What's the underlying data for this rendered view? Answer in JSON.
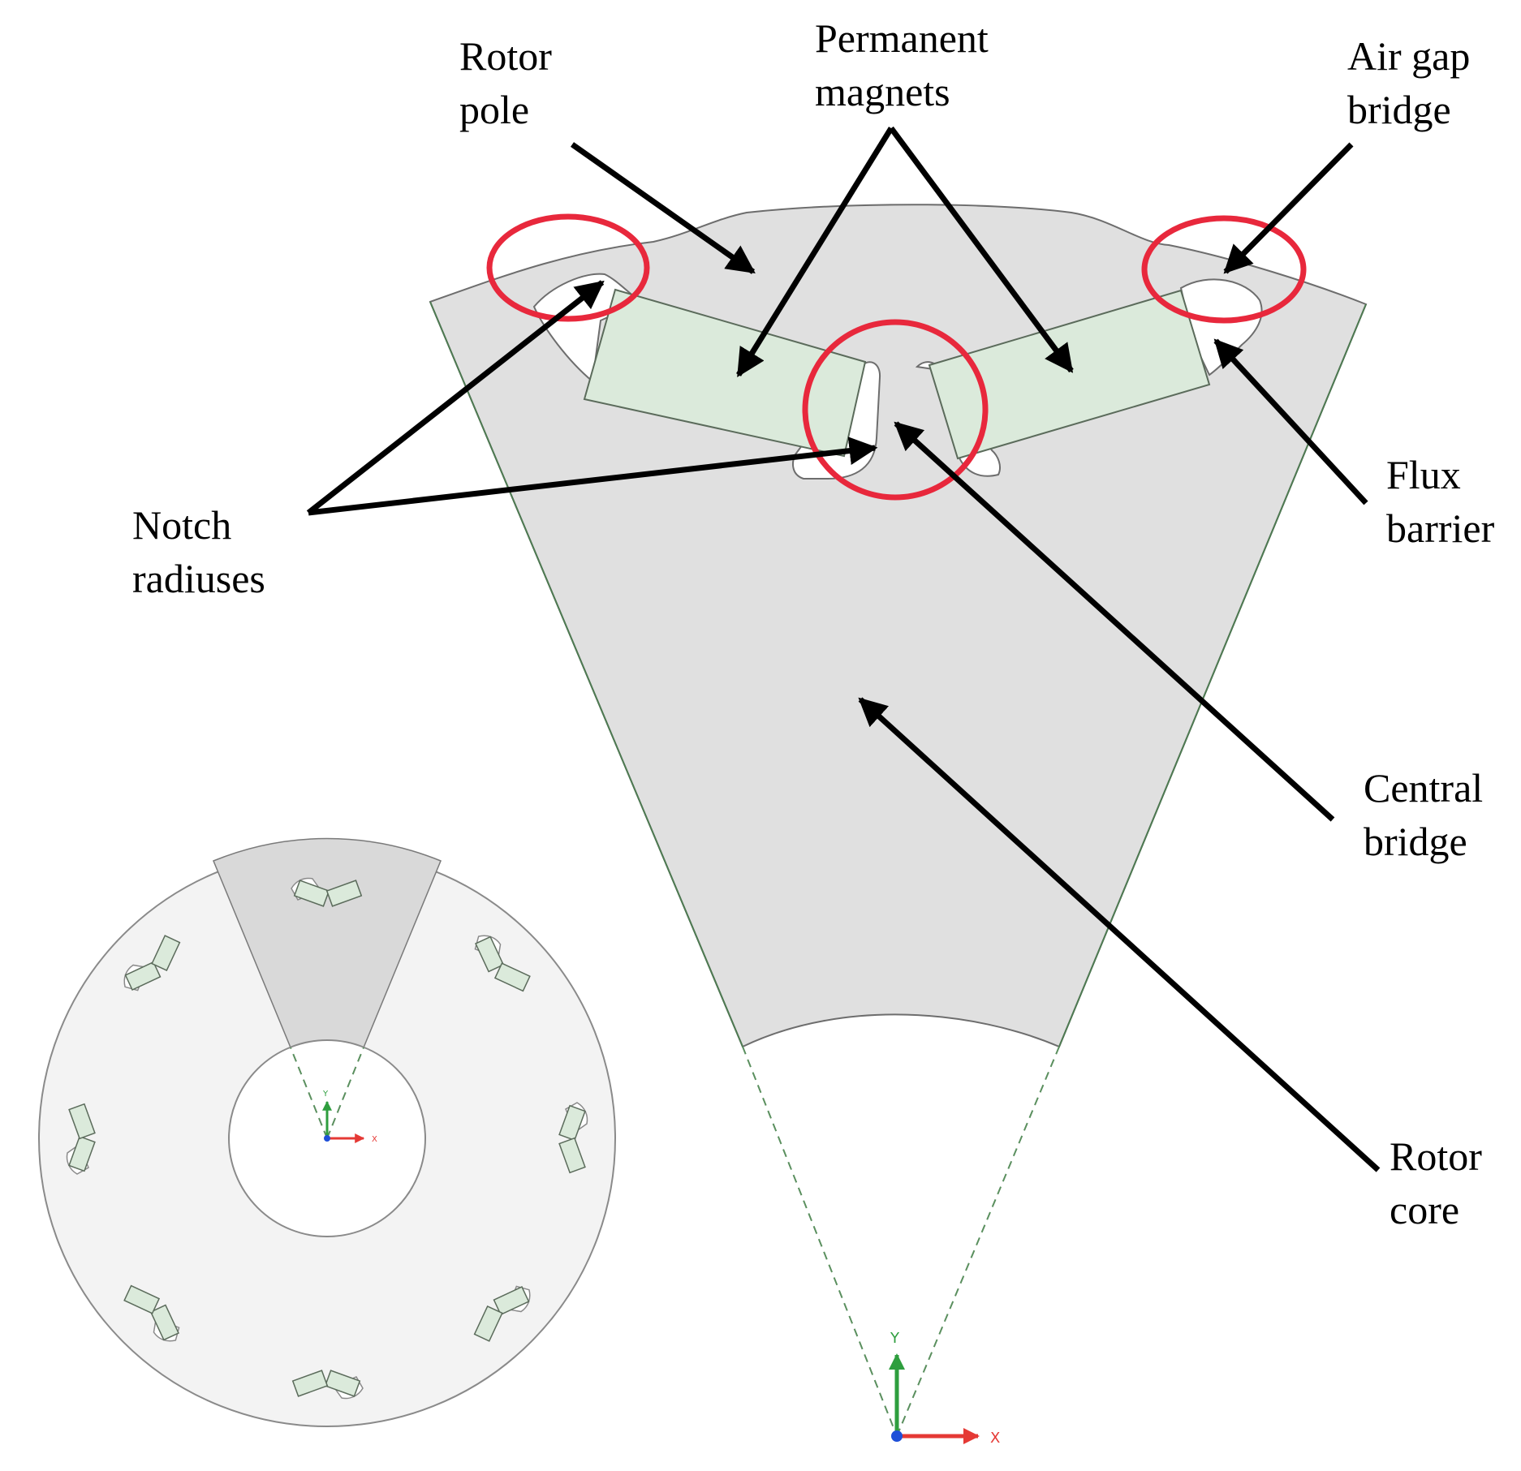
{
  "labels": {
    "rotor_pole": [
      "Rotor",
      "pole"
    ],
    "permanent_magnets": [
      "Permanent",
      "magnets"
    ],
    "air_gap_bridge": [
      "Air gap",
      "bridge"
    ],
    "notch_radiuses": [
      "Notch",
      "radiuses"
    ],
    "flux_barrier": [
      "Flux",
      "barrier"
    ],
    "central_bridge": [
      "Central",
      "bridge"
    ],
    "rotor_core": [
      "Rotor",
      "core"
    ]
  },
  "axes": {
    "x": "X",
    "y": "Y"
  },
  "colors": {
    "highlight_circle": "#e8283c",
    "magnet_fill": "#dbeadb",
    "steel_fill": "#e0e0e0",
    "x_axis": "#e53935",
    "y_axis": "#2e9e3e",
    "origin": "#1e4fd8"
  }
}
